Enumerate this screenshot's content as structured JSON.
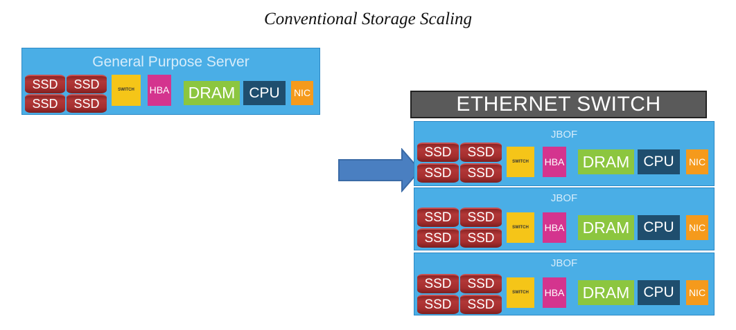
{
  "title": "Conventional Storage Scaling",
  "general_server": {
    "label": "General Purpose Server",
    "disks": [
      "SSD",
      "SSD",
      "SSD",
      "SSD"
    ],
    "switch": "SWITCH",
    "hba": "HBA",
    "dram": "DRAM",
    "cpu": "CPU",
    "nic": "NIC"
  },
  "ethernet_switch": "ETHERNET SWITCH",
  "jbofs": [
    {
      "label": "JBOF",
      "disks": [
        "SSD",
        "SSD",
        "SSD",
        "SSD"
      ],
      "switch": "SWITCH",
      "hba": "HBA",
      "dram": "DRAM",
      "cpu": "CPU",
      "nic": "NIC"
    },
    {
      "label": "JBOF",
      "disks": [
        "SSD",
        "SSD",
        "SSD",
        "SSD"
      ],
      "switch": "SWITCH",
      "hba": "HBA",
      "dram": "DRAM",
      "cpu": "CPU",
      "nic": "NIC"
    },
    {
      "label": "JBOF",
      "disks": [
        "SSD",
        "SSD",
        "SSD",
        "SSD"
      ],
      "switch": "SWITCH",
      "hba": "HBA",
      "dram": "DRAM",
      "cpu": "CPU",
      "nic": "NIC"
    }
  ],
  "colors": {
    "server_bg": "#4aaee6",
    "ssd": "#a52e2e",
    "switch": "#f5c518",
    "hba": "#d4348e",
    "dram": "#8cc63f",
    "cpu": "#1f4e6e",
    "nic": "#f59a1c",
    "ethernet_switch": "#5a5a5a",
    "arrow": "#4a7fc1"
  }
}
